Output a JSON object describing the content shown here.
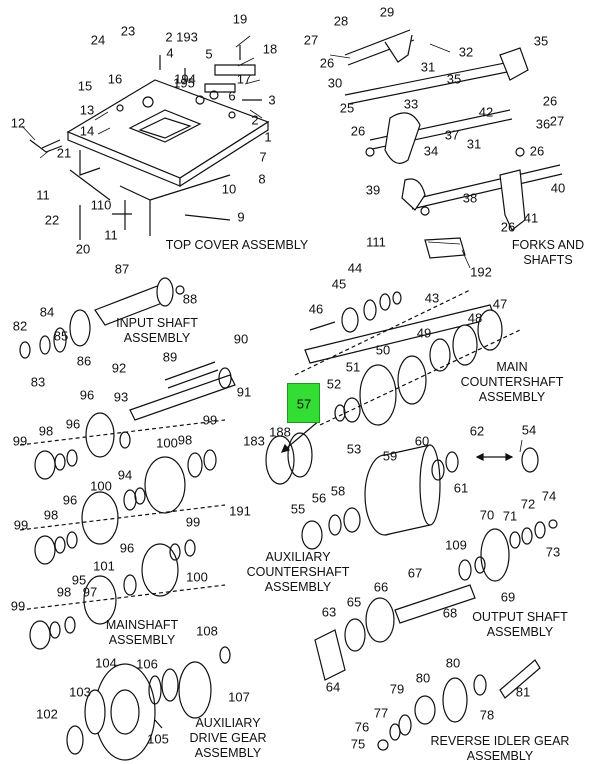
{
  "highlight_color": "#33dd33",
  "assemblies": {
    "top_cover": "TOP COVER ASSEMBLY",
    "forks_shafts_1": "FORKS AND",
    "forks_shafts_2": "SHAFTS",
    "input_shaft_1": "INPUT SHAFT",
    "input_shaft_2": "ASSEMBLY",
    "main_countershaft_1": "MAIN",
    "main_countershaft_2": "COUNTERSHAFT",
    "main_countershaft_3": "ASSEMBLY",
    "aux_countershaft_1": "AUXILIARY",
    "aux_countershaft_2": "COUNTERSHAFT",
    "aux_countershaft_3": "ASSEMBLY",
    "mainshaft_1": "MAINSHAFT",
    "mainshaft_2": "ASSEMBLY",
    "output_shaft_1": "OUTPUT SHAFT",
    "output_shaft_2": "ASSEMBLY",
    "aux_drive_1": "AUXILIARY",
    "aux_drive_2": "DRIVE GEAR",
    "aux_drive_3": "ASSEMBLY",
    "reverse_idler_1": "REVERSE IDLER GEAR",
    "reverse_idler_2": "ASSEMBLY"
  },
  "highlighted_part": "57",
  "parts": [
    "1",
    "2",
    "3",
    "4",
    "5",
    "6",
    "7",
    "8",
    "9",
    "10",
    "11",
    "11",
    "12",
    "13",
    "14",
    "15",
    "16",
    "17",
    "18",
    "19",
    "20",
    "21",
    "22",
    "23",
    "24",
    "25",
    "26",
    "26",
    "26",
    "26",
    "26",
    "27",
    "27",
    "28",
    "29",
    "30",
    "31",
    "31",
    "32",
    "33",
    "34",
    "35",
    "35",
    "36",
    "37",
    "38",
    "39",
    "40",
    "41",
    "42",
    "43",
    "44",
    "45",
    "46",
    "47",
    "48",
    "49",
    "50",
    "51",
    "52",
    "53",
    "54",
    "55",
    "56",
    "58",
    "59",
    "60",
    "61",
    "62",
    "63",
    "64",
    "65",
    "66",
    "67",
    "68",
    "69",
    "70",
    "71",
    "72",
    "73",
    "74",
    "75",
    "76",
    "77",
    "78",
    "79",
    "80",
    "80",
    "81",
    "82",
    "83",
    "84",
    "85",
    "86",
    "87",
    "88",
    "89",
    "90",
    "91",
    "92",
    "93",
    "94",
    "95",
    "96",
    "96",
    "96",
    "96",
    "97",
    "98",
    "98",
    "98",
    "98",
    "99",
    "99",
    "99",
    "99",
    "99",
    "100",
    "100",
    "100",
    "101",
    "102",
    "103",
    "104",
    "105",
    "106",
    "107",
    "108",
    "109",
    "110",
    "111",
    "183",
    "188",
    "191",
    "192",
    "193",
    "194",
    "195",
    "2",
    "4",
    "4",
    "1"
  ]
}
